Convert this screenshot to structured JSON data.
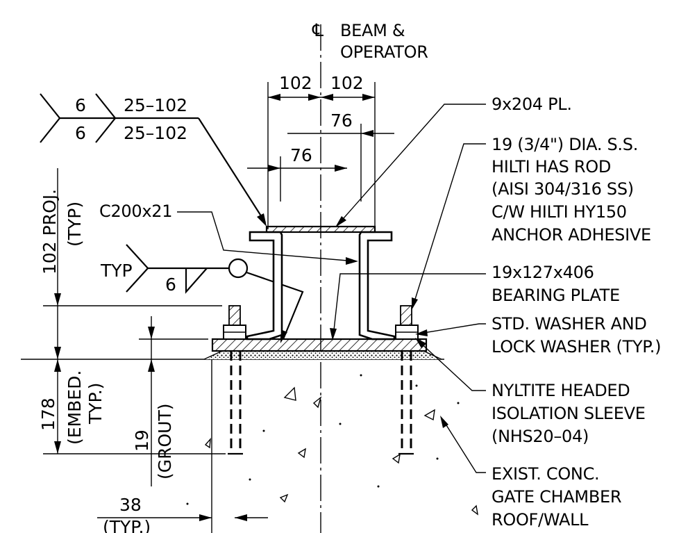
{
  "drawing": {
    "centerline_symbol": "℄",
    "centerline_label": [
      "BEAM &",
      "OPERATOR"
    ],
    "dimensions": {
      "top_left": "102",
      "top_right": "102",
      "inner_right": "76",
      "inner_left": "76",
      "projection": "102 PROJ.",
      "projection_note": "(TYP)",
      "embed": "178",
      "embed_note_1": "(EMBED.",
      "embed_note_2": "TYP.)",
      "grout": "19",
      "grout_note": "(GROUT)",
      "edge": "38",
      "edge_note": "(TYP.)"
    },
    "welds": {
      "weld_size_top": "6",
      "weld_size_bottom": "6",
      "weld_spacing_top": "25–102",
      "weld_spacing_bottom": "25–102",
      "typ_label": "TYP",
      "typ_weld_size": "6"
    },
    "labels": {
      "channel": "C200x21",
      "plate": "9x204 PL.",
      "rod": [
        "19 (3/4\") DIA. S.S.",
        "HILTI HAS ROD",
        "(AISI 304/316 SS)",
        "C/W HILTI HY150",
        "ANCHOR ADHESIVE"
      ],
      "bearing_plate": [
        "19x127x406",
        "BEARING PLATE"
      ],
      "washer": [
        "STD. WASHER AND",
        "LOCK WASHER (TYP.)"
      ],
      "sleeve": [
        "NYLTITE HEADED",
        "ISOLATION SLEEVE",
        "(NHS20–04)"
      ],
      "concrete": [
        "EXIST. CONC.",
        "GATE CHAMBER",
        "ROOF/WALL"
      ]
    }
  }
}
